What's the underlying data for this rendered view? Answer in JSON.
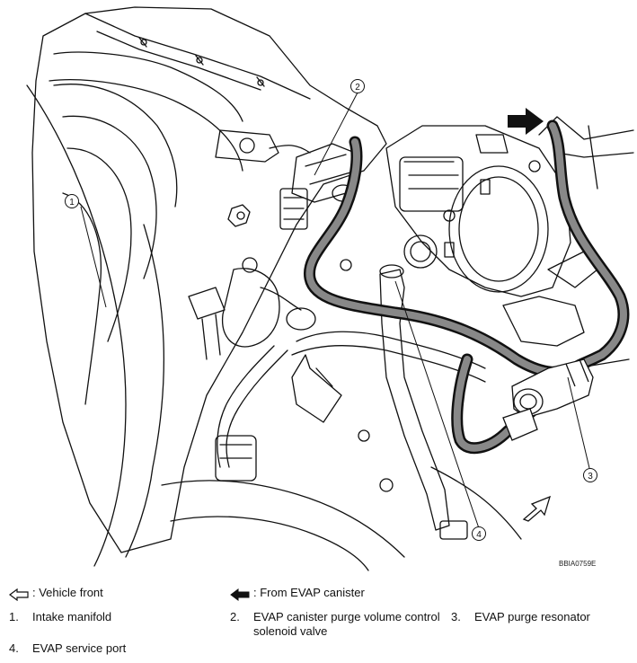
{
  "figure_id": "BBIA0759E",
  "callouts": [
    "1",
    "2",
    "3",
    "4"
  ],
  "legend": {
    "vehicle_front": ": Vehicle front",
    "from_canister": ": From EVAP canister",
    "items": [
      {
        "num": "1.",
        "label": "Intake manifold"
      },
      {
        "num": "2.",
        "label": "EVAP canister purge volume control"
      },
      {
        "num": "",
        "label": "solenoid valve"
      },
      {
        "num": "3.",
        "label": "EVAP purge resonator"
      },
      {
        "num": "4.",
        "label": "EVAP service port"
      }
    ]
  },
  "icons": {
    "vehicle_front": "hollow-arrow-left-icon",
    "from_canister": "solid-arrow-left-icon"
  }
}
